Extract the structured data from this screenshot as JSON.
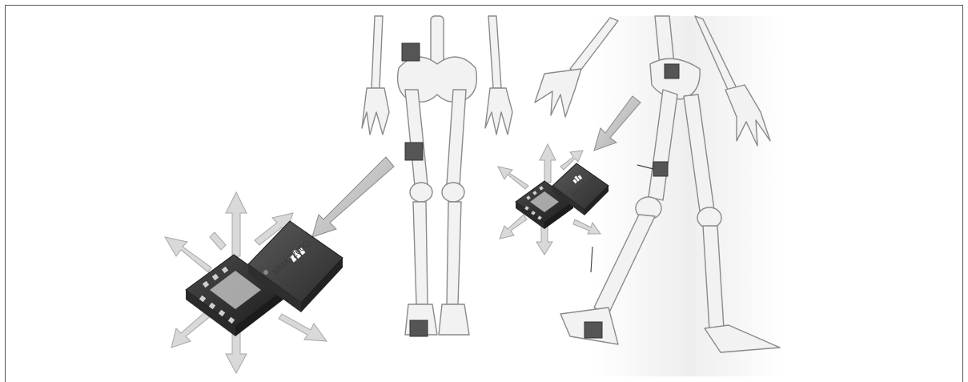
{
  "figure": {
    "chip_label_large": "MMA7260Q",
    "chip_label_small": "MMA7260Q",
    "colors": {
      "sensor_marker": "#555555",
      "bone": "#f0f0f0",
      "bone_stroke": "#8c8c8c",
      "arrow_fill": "#cfcfcf",
      "chip_body": "#3c3c3c",
      "axis_arrow": "#d6d6d6",
      "background_glow": "#ededed"
    },
    "icons": [
      "skeleton-front",
      "skeleton-walking",
      "accelerometer-chip",
      "sensor-marker",
      "pointer-arrow",
      "axis-arrows"
    ]
  }
}
